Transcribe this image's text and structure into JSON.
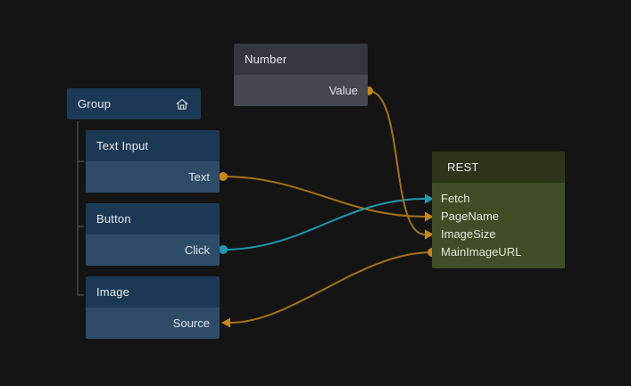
{
  "canvas": {
    "background": "#141414"
  },
  "colors": {
    "wire_orange": "#a3731b",
    "wire_teal": "#2196ad",
    "port_orange": "#c4861e",
    "port_teal": "#2196ad",
    "node_blue_header": "#1b3954",
    "node_blue_body": "#2e4c68",
    "node_gray_header": "#35373f",
    "node_gray_body": "#46484f",
    "node_green_header": "#2d3418",
    "node_green_body": "#404d27"
  },
  "nodes": {
    "group": {
      "title": "Group",
      "icon": "home-icon"
    },
    "text_input": {
      "title": "Text Input",
      "ports": [
        {
          "name": "Text",
          "direction": "output",
          "color": "orange"
        }
      ]
    },
    "button": {
      "title": "Button",
      "ports": [
        {
          "name": "Click",
          "direction": "output",
          "color": "teal"
        }
      ]
    },
    "image": {
      "title": "Image",
      "ports": [
        {
          "name": "Source",
          "direction": "input",
          "color": "orange"
        }
      ]
    },
    "number": {
      "title": "Number",
      "ports": [
        {
          "name": "Value",
          "direction": "output",
          "color": "orange"
        }
      ]
    },
    "rest": {
      "title": "REST",
      "ports": [
        {
          "name": "Fetch",
          "direction": "input",
          "color": "teal"
        },
        {
          "name": "PageName",
          "direction": "input",
          "color": "orange"
        },
        {
          "name": "ImageSize",
          "direction": "input",
          "color": "orange"
        },
        {
          "name": "MainImageURL",
          "direction": "output",
          "color": "orange"
        }
      ]
    }
  },
  "connections": [
    {
      "from": "Button.Click",
      "to": "REST.Fetch",
      "color": "teal"
    },
    {
      "from": "Text Input.Text",
      "to": "REST.PageName",
      "color": "orange"
    },
    {
      "from": "Number.Value",
      "to": "REST.ImageSize",
      "color": "orange"
    },
    {
      "from": "REST.MainImageURL",
      "to": "Image.Source",
      "color": "orange"
    }
  ]
}
